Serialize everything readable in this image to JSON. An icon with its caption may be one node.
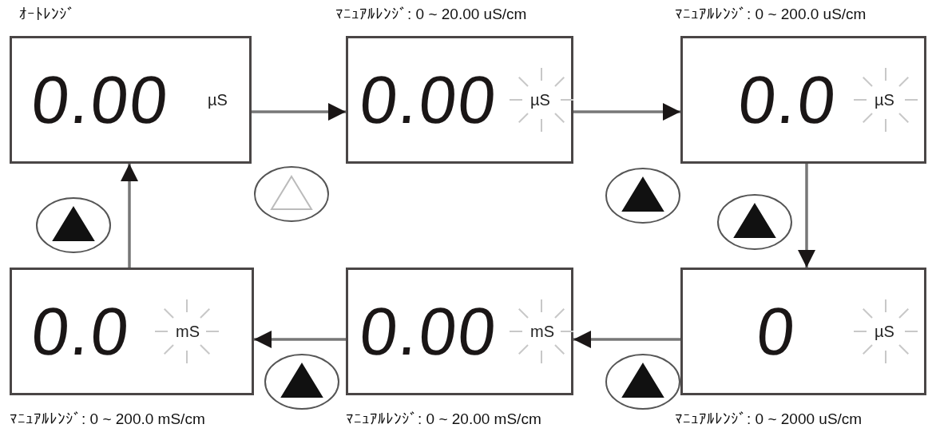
{
  "diagram": {
    "nodes": [
      {
        "text": [
          "0.00",
          "µS"
        ],
        "beside": [
          "ｵｰﾄﾚﾝｼﾞ"
        ]
      },
      {
        "text": [
          "0.00",
          "µS"
        ],
        "beside": [
          "ﾏﾆｭｱﾙﾚﾝｼﾞ: 0 ~ 20.00 uS/cm"
        ]
      },
      {
        "text": [
          "0.0",
          "µS"
        ],
        "beside": [
          "ﾏﾆｭｱﾙﾚﾝｼﾞ: 0 ~ 200.0 uS/cm"
        ]
      },
      {
        "text": [
          "0.0",
          "mS"
        ],
        "beside": [
          "ﾏﾆｭｱﾙﾚﾝｼﾞ: 0 ~ 200.0 mS/cm"
        ]
      },
      {
        "text": [
          "0.00",
          "mS"
        ],
        "beside": [
          "ﾏﾆｭｱﾙﾚﾝｼﾞ: 0 ~ 20.00 mS/cm"
        ]
      },
      {
        "text": [
          "0",
          "µS"
        ],
        "beside": [
          "ﾏﾆｭｱﾙﾚﾝｼﾞ: 0 ~ 2000 uS/cm"
        ]
      }
    ],
    "edges": [
      {
        "from": 0,
        "to": 1,
        "arrow": "to"
      },
      {
        "from": 1,
        "to": 2,
        "arrow": "to"
      },
      {
        "from": 2,
        "to": 5,
        "arrow": "to"
      },
      {
        "from": 5,
        "to": 4,
        "arrow": "to"
      },
      {
        "from": 4,
        "to": 3,
        "arrow": "to"
      },
      {
        "from": 3,
        "to": 0,
        "arrow": "to"
      }
    ]
  }
}
